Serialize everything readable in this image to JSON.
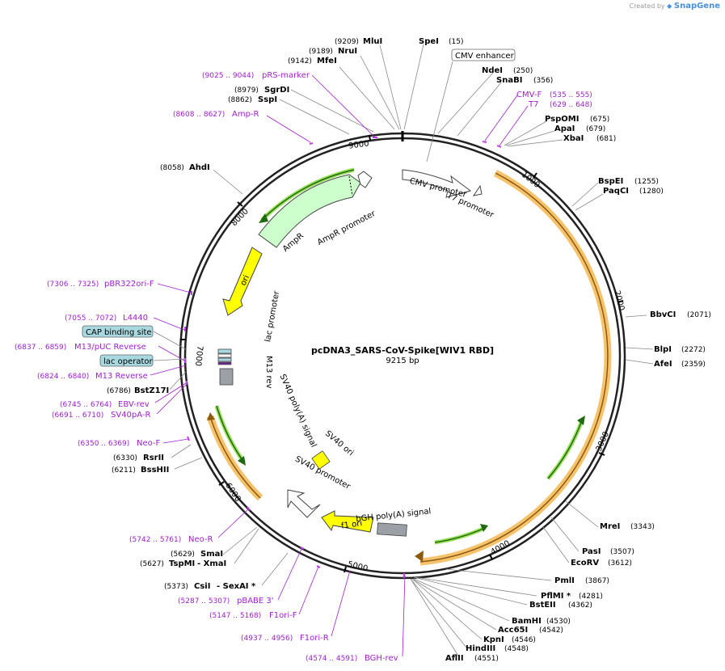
{
  "attribution": {
    "prefix": "Created by",
    "brand": "SnapGene"
  },
  "map": {
    "name": "pcDNA3_SARS-CoV-Spike[WIV1 RBD]",
    "length_label": "9215 bp",
    "length": 9215
  },
  "ticks": [
    "1000",
    "2000",
    "3000",
    "4000",
    "5000",
    "6000",
    "7000",
    "8000",
    "9000"
  ],
  "colors": {
    "enzyme": "#000000",
    "primer": "#a020d0",
    "primer_bar": "#c040f0",
    "cds": "#f0a030",
    "arrow_green": "#228b22",
    "promoter": "#ffffff",
    "ori": "#ffff00",
    "ampr": "#ccffcc",
    "polya": "#999999",
    "cap": "#a8d8e0"
  },
  "enzymes": [
    {
      "name": "MluI",
      "pos": "(9209)"
    },
    {
      "name": "NruI",
      "pos": "(9189)"
    },
    {
      "name": "MfeI",
      "pos": "(9142)"
    },
    {
      "name": "SgrDI",
      "pos": "(8979)"
    },
    {
      "name": "SspI",
      "pos": "(8862)"
    },
    {
      "name": "AhdI",
      "pos": "(8058)"
    },
    {
      "name": "SpeI",
      "pos": "(15)"
    },
    {
      "name": "NdeI",
      "pos": "(250)"
    },
    {
      "name": "SnaBI",
      "pos": "(356)"
    },
    {
      "name": "PspOMI",
      "pos": "(675)"
    },
    {
      "name": "ApaI",
      "pos": "(679)"
    },
    {
      "name": "XbaI",
      "pos": "(681)"
    },
    {
      "name": "BspEI",
      "pos": "(1255)"
    },
    {
      "name": "PaqCI",
      "pos": "(1280)"
    },
    {
      "name": "BbvCI",
      "pos": "(2071)"
    },
    {
      "name": "BlpI",
      "pos": "(2272)"
    },
    {
      "name": "AfeI",
      "pos": "(2359)"
    },
    {
      "name": "MreI",
      "pos": "(3343)"
    },
    {
      "name": "PasI",
      "pos": "(3507)"
    },
    {
      "name": "EcoRV",
      "pos": "(3612)"
    },
    {
      "name": "PmlI",
      "pos": "(3867)"
    },
    {
      "name": "PflMI *",
      "pos": "(4281)"
    },
    {
      "name": "BstEII",
      "pos": "(4362)"
    },
    {
      "name": "BamHI",
      "pos": "(4530)"
    },
    {
      "name": "Acc65I",
      "pos": "(4542)"
    },
    {
      "name": "KpnI",
      "pos": "(4546)"
    },
    {
      "name": "HindIII",
      "pos": "(4548)"
    },
    {
      "name": "AflII",
      "pos": "(4551)"
    },
    {
      "name": "BstZ17I",
      "pos": "(6786)"
    },
    {
      "name": "RsrII",
      "pos": "(6330)"
    },
    {
      "name": "BssHII",
      "pos": "(6211)"
    },
    {
      "name": "SmaI",
      "pos": "(5629)"
    },
    {
      "name": "TspMI",
      "pos": "(5627)"
    },
    {
      "name": "- XmaI",
      "pos": ""
    },
    {
      "name": "CsiI",
      "pos": "(5373)"
    },
    {
      "name": "- SexAI *",
      "pos": ""
    }
  ],
  "primers": [
    {
      "name": "pRS-marker",
      "pos": "(9025 .. 9044)"
    },
    {
      "name": "Amp-R",
      "pos": "(8608 .. 8627)"
    },
    {
      "name": "CMV-F",
      "pos": "(535 .. 555)"
    },
    {
      "name": "T7",
      "pos": "(629 .. 648)"
    },
    {
      "name": "pBR322ori-F",
      "pos": "(7306 .. 7325)"
    },
    {
      "name": "L4440",
      "pos": "(7055 .. 7072)"
    },
    {
      "name": "M13/pUC Reverse",
      "pos": "(6837 .. 6859)"
    },
    {
      "name": "M13 Reverse",
      "pos": "(6824 .. 6840)"
    },
    {
      "name": "EBV-rev",
      "pos": "(6745 .. 6764)"
    },
    {
      "name": "SV40pA-R",
      "pos": "(6691 .. 6710)"
    },
    {
      "name": "Neo-F",
      "pos": "(6350 .. 6369)"
    },
    {
      "name": "Neo-R",
      "pos": "(5742 .. 5761)"
    },
    {
      "name": "pBABE 3'",
      "pos": "(5287 .. 5307)"
    },
    {
      "name": "F1ori-F",
      "pos": "(5147 .. 5168)"
    },
    {
      "name": "F1ori-R",
      "pos": "(4937 .. 4956)"
    },
    {
      "name": "BGH-rev",
      "pos": "(4574 .. 4591)"
    }
  ],
  "boxed_features": {
    "cmv_enhancer": "CMV enhancer",
    "cap_binding_site": "CAP binding site",
    "lac_operator": "lac operator"
  },
  "features": {
    "cmv_promoter": "CMV promoter",
    "t7_promoter": "T7 promoter",
    "ampr": "AmpR",
    "ampr_promoter": "AmpR promoter",
    "ori": "ori",
    "lac_promoter": "lac promoter",
    "m13_rev": "M13 rev",
    "sv40_polya": "SV40 poly(A) signal",
    "sv40_ori": "SV40 ori",
    "sv40_promoter": "SV40 promoter",
    "f1_ori": "f1 ori",
    "bgh_polya": "bGH poly(A) signal"
  }
}
